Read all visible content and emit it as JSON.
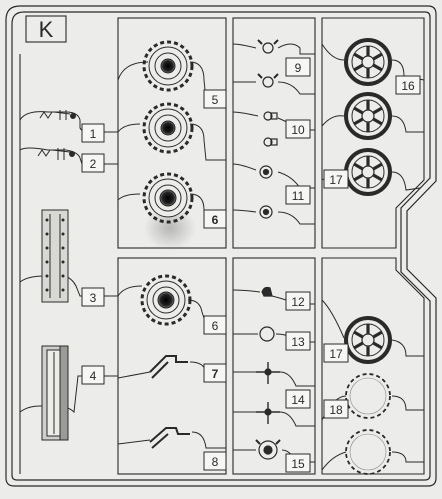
{
  "sprue": {
    "letter": "K",
    "parts": [
      {
        "number": "1"
      },
      {
        "number": "2"
      },
      {
        "number": "3"
      },
      {
        "number": "4"
      },
      {
        "number": "5"
      },
      {
        "number": "6"
      },
      {
        "number": "6"
      },
      {
        "number": "7"
      },
      {
        "number": "8"
      },
      {
        "number": "9"
      },
      {
        "number": "10"
      },
      {
        "number": "11"
      },
      {
        "number": "12"
      },
      {
        "number": "13"
      },
      {
        "number": "14"
      },
      {
        "number": "15"
      },
      {
        "number": "16"
      },
      {
        "number": "17"
      },
      {
        "number": "17"
      },
      {
        "number": "18"
      }
    ]
  },
  "colors": {
    "paper": "#ececea",
    "line": "#2a2a2a",
    "shadow": "#b9b9b6"
  }
}
